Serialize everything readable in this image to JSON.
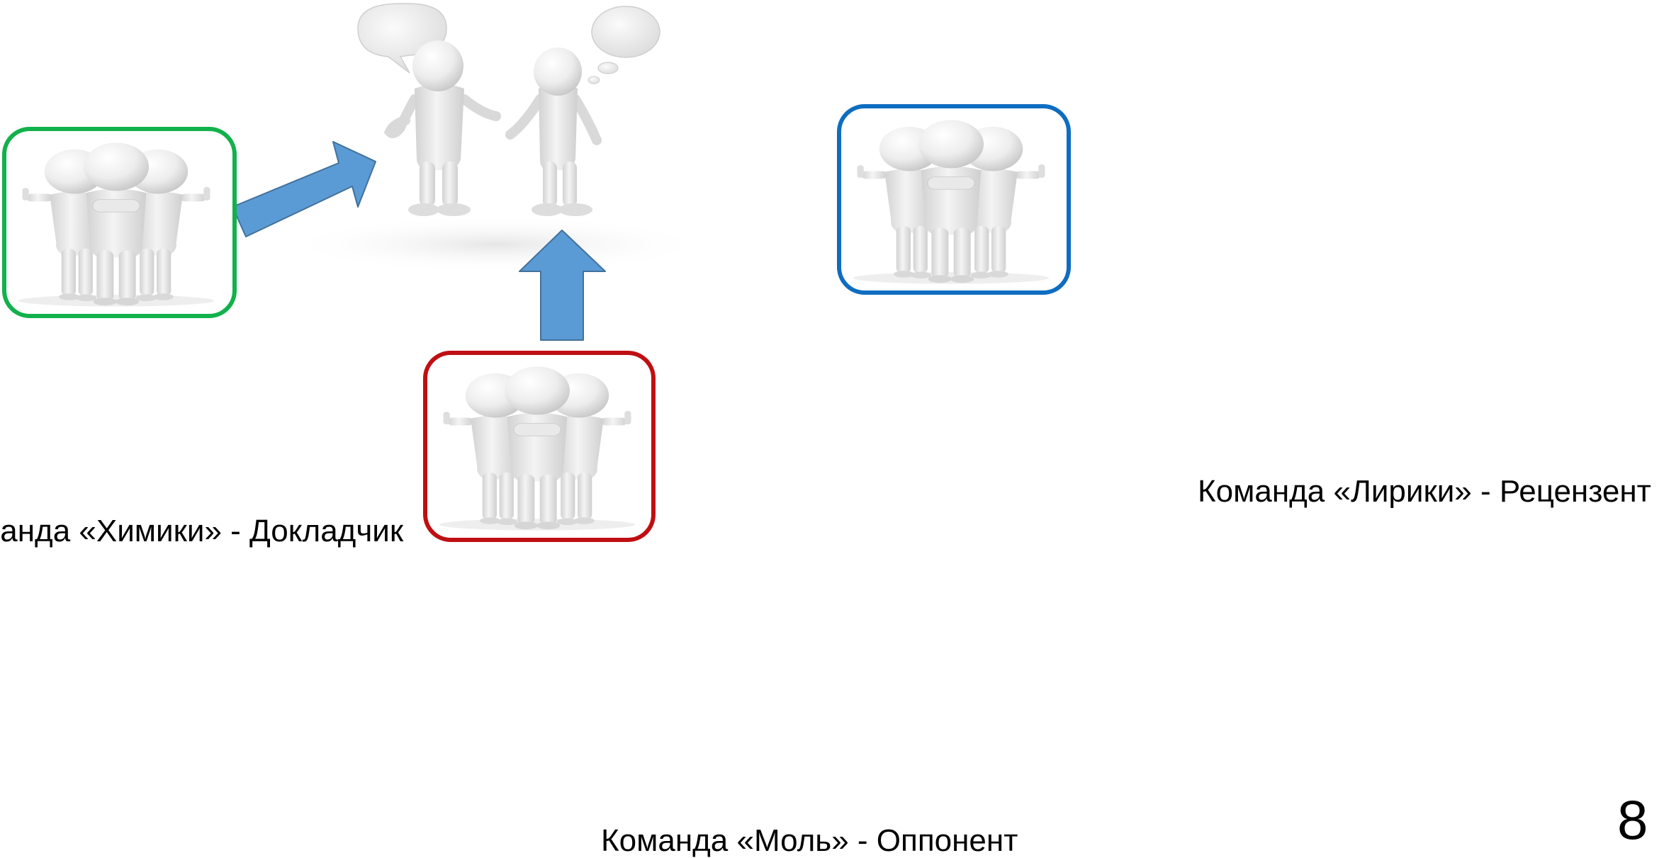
{
  "labels": {
    "left": "манда «Химики» - Докладчик",
    "right": "Команда «Лирики» - Рецензент",
    "bottom": "Команда «Моль» - Оппонент"
  },
  "page_number": "8",
  "colors": {
    "left_frame": "#12b14c",
    "right_frame": "#0e6dc0",
    "bottom_frame": "#bf0f13",
    "arrow_fill": "#5b9bd5",
    "arrow_stroke": "#41719c",
    "figure": "#ebebeb"
  },
  "icons": {
    "center": "two-people-talking-figures",
    "team": "three-people-group-figures",
    "arrows": [
      "arrow-up-right",
      "arrow-up"
    ]
  }
}
